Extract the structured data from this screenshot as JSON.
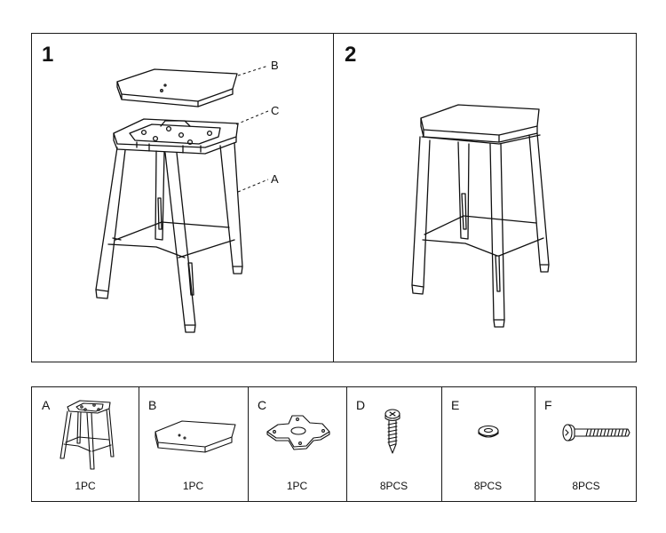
{
  "steps": [
    {
      "number": "1",
      "callouts": [
        "B",
        "C",
        "A"
      ]
    },
    {
      "number": "2"
    }
  ],
  "parts": [
    {
      "letter": "A",
      "qty": "1PC",
      "icon": "stool-frame-icon"
    },
    {
      "letter": "B",
      "qty": "1PC",
      "icon": "seat-panel-icon"
    },
    {
      "letter": "C",
      "qty": "1PC",
      "icon": "mounting-plate-icon"
    },
    {
      "letter": "D",
      "qty": "8PCS",
      "icon": "wood-screw-icon"
    },
    {
      "letter": "E",
      "qty": "8PCS",
      "icon": "washer-icon"
    },
    {
      "letter": "F",
      "qty": "8PCS",
      "icon": "bolt-icon"
    }
  ]
}
